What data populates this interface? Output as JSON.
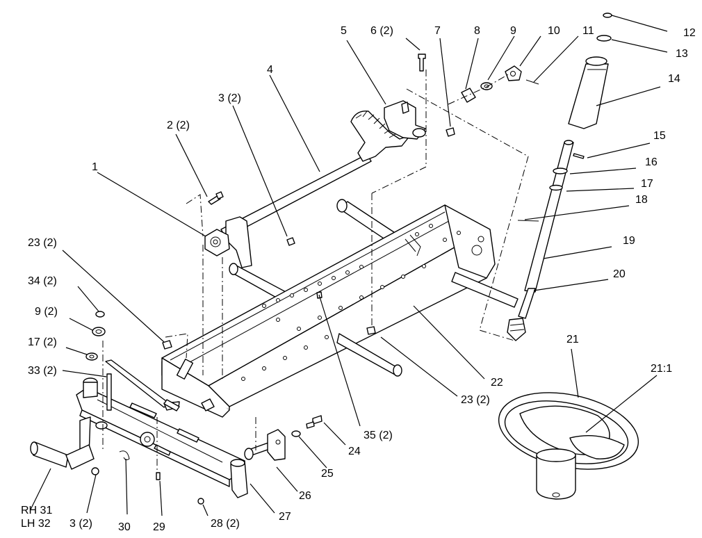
{
  "labels": {
    "p1": "1",
    "p2": "2 (2)",
    "p3a": "3 (2)",
    "p3b": "3 (2)",
    "p4": "4",
    "p5": "5",
    "p6": "6 (2)",
    "p7": "7",
    "p8": "8",
    "p9a": "9",
    "p9b": "9 (2)",
    "p10": "10",
    "p11": "11",
    "p12": "12",
    "p13": "13",
    "p14": "14",
    "p15": "15",
    "p16": "16",
    "p17a": "17",
    "p17b": "17 (2)",
    "p18": "18",
    "p19": "19",
    "p20": "20",
    "p21": "21",
    "p21_1": "21:1",
    "p22": "22",
    "p23a": "23 (2)",
    "p23b": "23 (2)",
    "p24": "24",
    "p25": "25",
    "p26": "26",
    "p27": "27",
    "p28": "28 (2)",
    "p29": "29",
    "p30": "30",
    "p31": "RH 31",
    "p32": "LH 32",
    "p33": "33 (2)",
    "p34": "34 (2)",
    "p35": "35 (2)"
  }
}
